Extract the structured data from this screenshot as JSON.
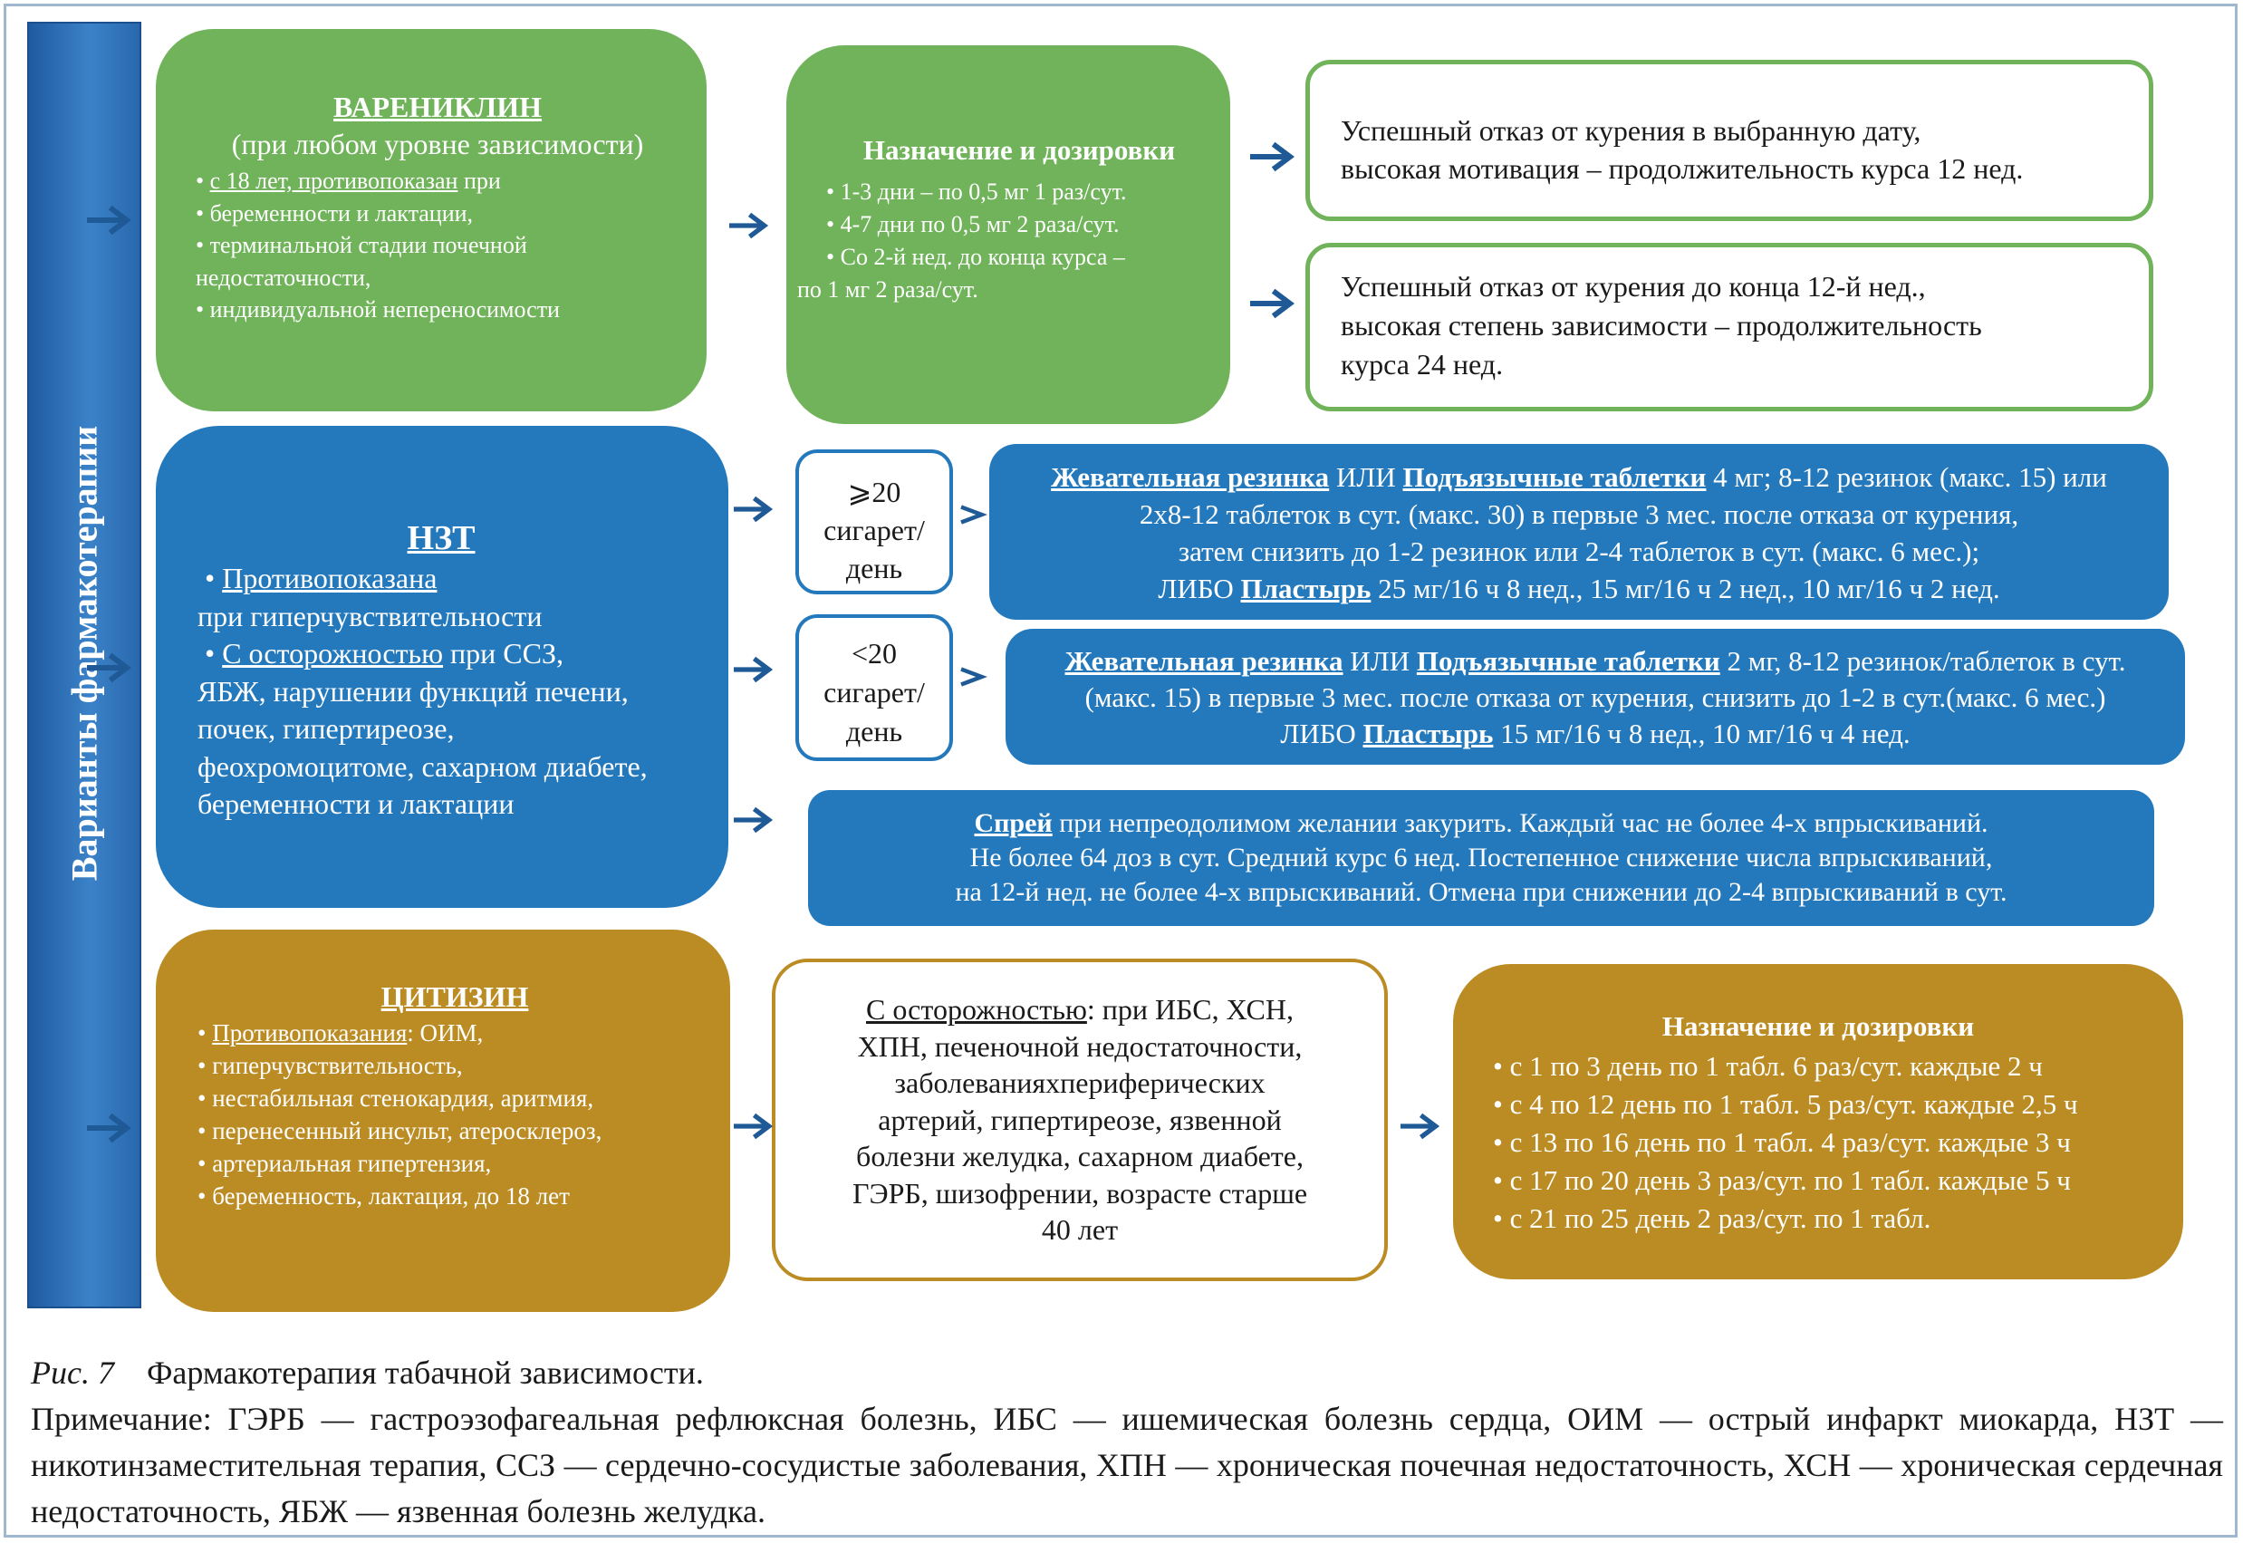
{
  "sidebar": {
    "label": "Варианты фармакотерапии"
  },
  "vareniclin": {
    "title": "ВАРЕНИКЛИН",
    "subtitle": "(при любом уровне зависимости)",
    "item1_underlined": "с 18 лет, противопоказан",
    "item1_rest": " при",
    "item2": "беременности и лактации,",
    "item3_line1": "терминальной стадии почечной",
    "item3_line2": "недостаточности,",
    "item4": "индивидуальной непереносимости"
  },
  "vareniclin_dosing": {
    "title": "Назначение и дозировки",
    "items": [
      "1-3 дни – по 0,5 мг 1 раз/сут.",
      "4-7 дни по 0,5 мг 2 раза/сут.",
      "Со 2-й нед. до конца курса –"
    ],
    "last_line": "по 1 мг 2 раза/сут."
  },
  "outcome1": {
    "line1": "Успешный отказ от курения в выбранную дату,",
    "line2": "высокая мотивация – продолжительность курса 12 нед."
  },
  "outcome2": {
    "line1": "Успешный отказ от курения до конца 12-й нед.,",
    "line2": "высокая степень зависимости – продолжительность",
    "line3": "курса 24 нед."
  },
  "nzt": {
    "title": "НЗТ",
    "item1_underlined": "Противопоказана",
    "item1_line2": "при гиперчувствительности",
    "item2_underlined": "С осторожностью",
    "item2_rest": " при ССЗ,",
    "lines": [
      "ЯБЖ, нарушении функций печени,",
      "почек, гипертиреозе,",
      "феохромоцитоме, сахарном диабете,",
      "беременности и лактации"
    ]
  },
  "threshold_high": {
    "line1": "⩾20",
    "line2": "сигарет/",
    "line3": "день"
  },
  "threshold_low": {
    "line1": "<20",
    "line2": "сигарет/",
    "line3": "день"
  },
  "nzt_high": {
    "gum": "Жевательная резинка",
    "or1": " ИЛИ ",
    "tabs": "Подъязычные таблетки",
    "rest1": " 4 мг; 8-12 резинок (макс. 15) или",
    "line2": "2х8-12 таблеток в сут. (макс. 30) в первые 3 мес. после отказа от курения,",
    "line3": "затем снизить до 1-2 резинок или 2-4 таблеток в сут. (макс. 6 мес.);",
    "line4_pre": "ЛИБО ",
    "patch": "Пластырь",
    "line4_rest": " 25 мг/16 ч 8 нед., 15 мг/16 ч 2 нед., 10 мг/16 ч 2 нед."
  },
  "nzt_low": {
    "gum": "Жевательная резинка",
    "or1": " ИЛИ ",
    "tabs": "Подъязычные таблетки",
    "rest1": " 2 мг, 8-12 резинок/таблеток в сут.",
    "line2": "(макс. 15) в первые 3 мес. после отказа от курения, снизить до 1-2 в сут.(макс. 6 мес.)",
    "line3_pre": "ЛИБО ",
    "patch": "Пластырь",
    "line3_rest": " 15 мг/16 ч 8 нед., 10 мг/16 ч 4 нед."
  },
  "spray": {
    "word": "Спрей",
    "rest1": " при непреодолимом желании закурить. Каждый час не более 4-х впрыскиваний.",
    "line2": "Не более 64 доз в сут. Средний курс 6 нед. Постепенное снижение числа впрыскиваний,",
    "line3": "на 12-й нед. не более 4-х впрыскиваний. Отмена при снижении до 2-4 впрыскиваний в сут."
  },
  "cytisine": {
    "title": "ЦИТИЗИН",
    "item1_underlined": "Противопоказания",
    "item1_rest": ": ОИМ,",
    "items": [
      "гиперчувствительность,",
      "нестабильная стенокардия, аритмия,",
      "перенесенный инсульт, атеросклероз,",
      "артериальная гипертензия,",
      "беременность, лактация, до 18 лет"
    ]
  },
  "cytisine_caution": {
    "underlined": "С осторожностью",
    "rest1": ": при ИБС, ХСН,",
    "lines": [
      "ХПН, печеночной недостаточности,",
      "заболеванияхпериферических",
      "артерий, гипертиреозе, язвенной",
      "болезни желудка, сахарном диабете,",
      "ГЭРБ, шизофрении, возрасте старше",
      "40 лет"
    ]
  },
  "cytisine_dosing": {
    "title": "Назначение и дозировки",
    "items": [
      "с 1 по 3 день по 1 табл.  6 раз/сут. каждые 2 ч",
      "с 4 по 12 день по 1 табл. 5 раз/сут. каждые 2,5 ч",
      "с 13 по 16 день по 1 табл. 4 раз/сут. каждые 3 ч",
      "с 17 по 20 день 3 раз/сут. по 1 табл. каждые 5 ч",
      "с 21 по 25 день 2 раз/сут. по 1 табл."
    ]
  },
  "caption": {
    "fig_label": "Рис. 7",
    "fig_title": "Фармакотерапия табачной зависимости.",
    "note": "Примечание: ГЭРБ — гастроэзофагеальная рефлюксная болезнь, ИБС — ишемическая болезнь сердца, ОИМ — острый инфаркт миокарда, НЗТ — никотинзаместительная терапия, ССЗ — сердечно-сосудистые заболевания, ХПН — хроническая почечная недостаточность, ХСН — хроническая сердечная недостаточность, ЯБЖ — язвенная болезнь желудка."
  },
  "colors": {
    "green": "#70b35a",
    "blue": "#2479bd",
    "gold": "#bc8c24",
    "arrow": "#1f5a96"
  }
}
